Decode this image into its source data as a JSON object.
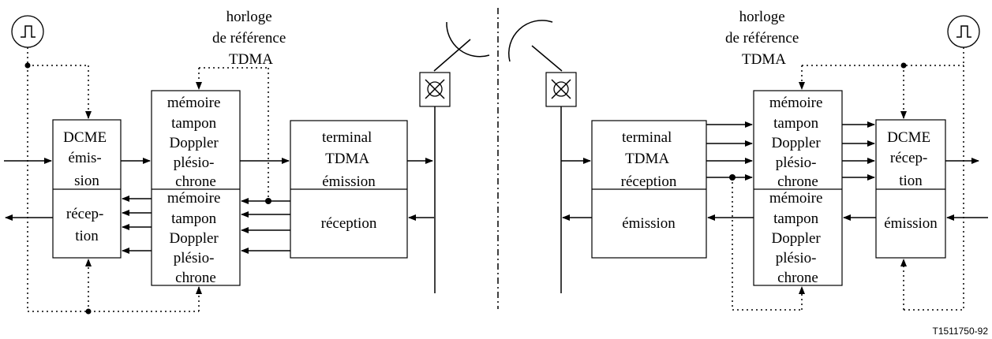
{
  "left": {
    "clock_label": [
      "horloge",
      "de référence",
      "TDMA"
    ],
    "dcme_emission": [
      "DCME",
      "émis-",
      "sion"
    ],
    "dcme_reception": [
      "récep-",
      "tion"
    ],
    "buffer_top": [
      "mémoire",
      "tampon",
      "Doppler",
      "plésio-",
      "chrone"
    ],
    "buffer_bottom": [
      "mémoire",
      "tampon",
      "Doppler",
      "plésio-",
      "chrone"
    ],
    "terminal_top": [
      "terminal",
      "TDMA",
      "émission"
    ],
    "terminal_bottom": [
      "réception"
    ]
  },
  "right": {
    "clock_label": [
      "horloge",
      "de référence",
      "TDMA"
    ],
    "terminal_top": [
      "terminal",
      "TDMA",
      "réception"
    ],
    "terminal_bottom": [
      "émission"
    ],
    "buffer_top": [
      "mémoire",
      "tampon",
      "Doppler",
      "plésio-",
      "chrone"
    ],
    "buffer_bottom": [
      "mémoire",
      "tampon",
      "Doppler",
      "plésio-",
      "chrone"
    ],
    "dcme_top": [
      "DCME",
      "récep-",
      "tion"
    ],
    "dcme_bottom": [
      "émission"
    ]
  },
  "icons": {
    "left_clock": "square-wave-clock-icon",
    "right_clock": "square-wave-clock-icon",
    "left_antenna": "earth-station-antenna-icon",
    "right_antenna": "earth-station-antenna-icon"
  },
  "figure_ref": "T1511750-92"
}
